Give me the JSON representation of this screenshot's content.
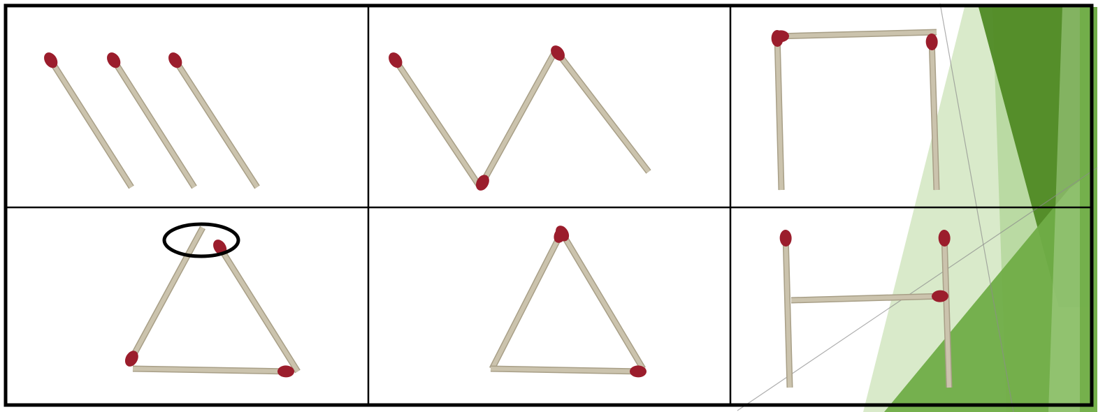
{
  "grid": {
    "rows": 2,
    "cols": 3
  },
  "colors": {
    "matchstick_body": "#cbc3ad",
    "matchstick_edge": "#a89f87",
    "matchstick_head": "#9b1d2c",
    "grid_line": "#000000",
    "highlight_ellipse": "#000000",
    "green_dark": "#4f8a24",
    "green_mid": "#70ad47",
    "green_light": "#a9d18e",
    "green_pale": "#d5e8c4"
  },
  "panels": [
    {
      "shape": "three parallel diagonal matchsticks",
      "matchstick_count": 3,
      "highlighted": false
    },
    {
      "shape": "zigzag",
      "matchstick_count": 3,
      "highlighted": false
    },
    {
      "shape": "open rectangle (three sides)",
      "matchstick_count": 3,
      "highlighted": false
    },
    {
      "shape": "triangle with open apex",
      "matchstick_count": 3,
      "highlighted": true
    },
    {
      "shape": "closed triangle",
      "matchstick_count": 3,
      "highlighted": false
    },
    {
      "shape": "letter H",
      "matchstick_count": 3,
      "highlighted": false
    }
  ]
}
